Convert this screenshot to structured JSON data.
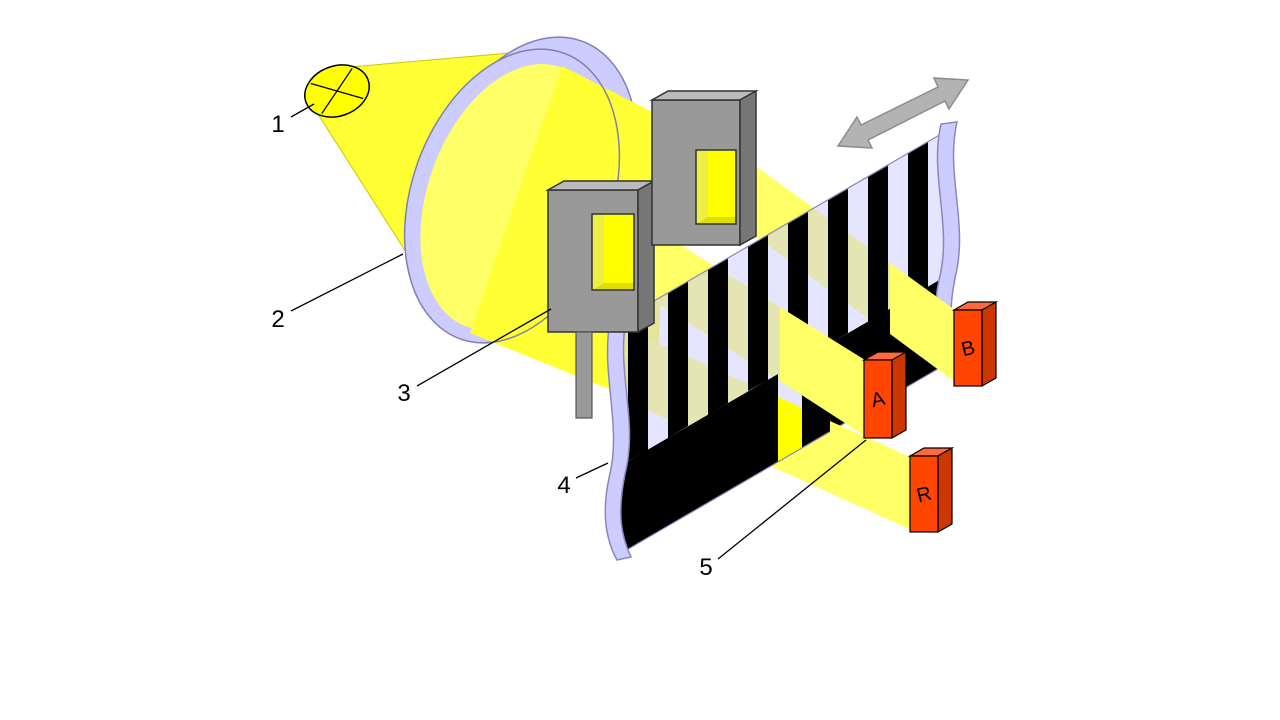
{
  "diagram": {
    "callouts": [
      {
        "text": "1"
      },
      {
        "text": "2"
      },
      {
        "text": "3"
      },
      {
        "text": "4"
      },
      {
        "text": "5"
      }
    ],
    "detector_labels": {
      "a": "A",
      "b": "B",
      "r": "R"
    },
    "colors": {
      "beam": "#FFFF66",
      "beam_mid": "#FFFF33",
      "beam_bright": "#FFFF00",
      "lavender": "#CCCCFF",
      "lavender_edge": "#8888BB",
      "mask_front": "#999999",
      "mask_top": "#BBBBBB",
      "mask_side": "#777777",
      "hole_wall_dark": "#DDDD00",
      "hole_wall_light": "#EEEE44",
      "detector_front": "#FF4500",
      "detector_top": "#FF6A3C",
      "detector_side": "#CC3700",
      "scale_black": "#000000",
      "arrow_fill": "#B3B3B3",
      "arrow_stroke": "#8C8C8C"
    }
  }
}
